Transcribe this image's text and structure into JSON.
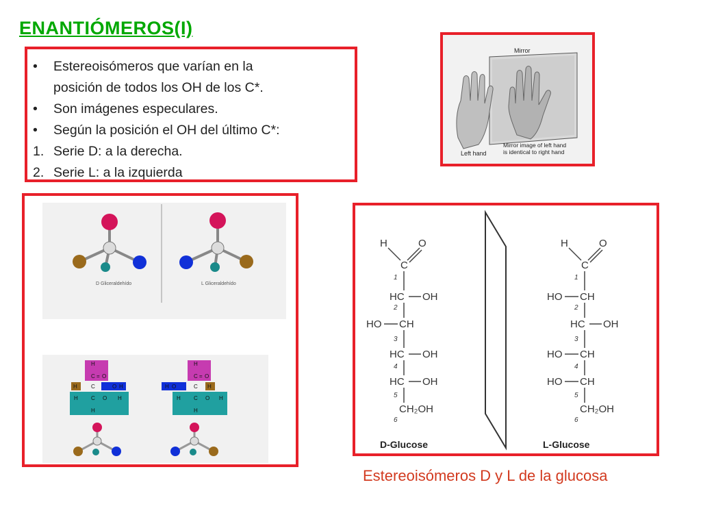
{
  "title": "ENANTIÓMEROS(I)",
  "bullets": [
    {
      "marker": "•",
      "text": "Estereoisómeros que varían en la"
    },
    {
      "marker": "",
      "text": "posición de todos los OH de los C*."
    },
    {
      "marker": "•",
      "text": "Son imágenes especulares."
    },
    {
      "marker": "•",
      "text": "Según la posición el OH del último C*:"
    },
    {
      "marker": "1.",
      "text": "Serie D: a la derecha."
    },
    {
      "marker": "2.",
      "text": "Serie L: a la izquierda"
    }
  ],
  "mirror_figure": {
    "mirror_label": "Mirror",
    "left_hand_label": "Left hand",
    "mirror_caption_1": "Mirror image of left hand",
    "mirror_caption_2": "is identical to right hand"
  },
  "molecules_figure": {
    "d_label": "D Gliceraldehído",
    "l_label": "L Gliceraldehído",
    "fischer": {
      "h": "H",
      "c": "C",
      "o": "O",
      "dbl": "=",
      "single": "—"
    }
  },
  "glucose_figure": {
    "d_name": "D-Glucose",
    "l_name": "L-Glucose",
    "atoms": {
      "h": "H",
      "o": "O",
      "c": "C",
      "hc": "HC",
      "ch": "CH",
      "oh": "OH",
      "ho": "HO",
      "ch2oh": "CH₂OH",
      "n1": "1",
      "n2": "2",
      "n3": "3",
      "n4": "4",
      "n5": "5",
      "n6": "6"
    }
  },
  "caption": "Estereoisómeros D y L de la glucosa",
  "colors": {
    "title": "#00a800",
    "frame": "#e8202a",
    "caption": "#d23a1f",
    "oxygen": "#d4145a",
    "nitrogen_blue": "#1030d8",
    "brown": "#9a6a1c",
    "teal": "#1a8a8a"
  }
}
